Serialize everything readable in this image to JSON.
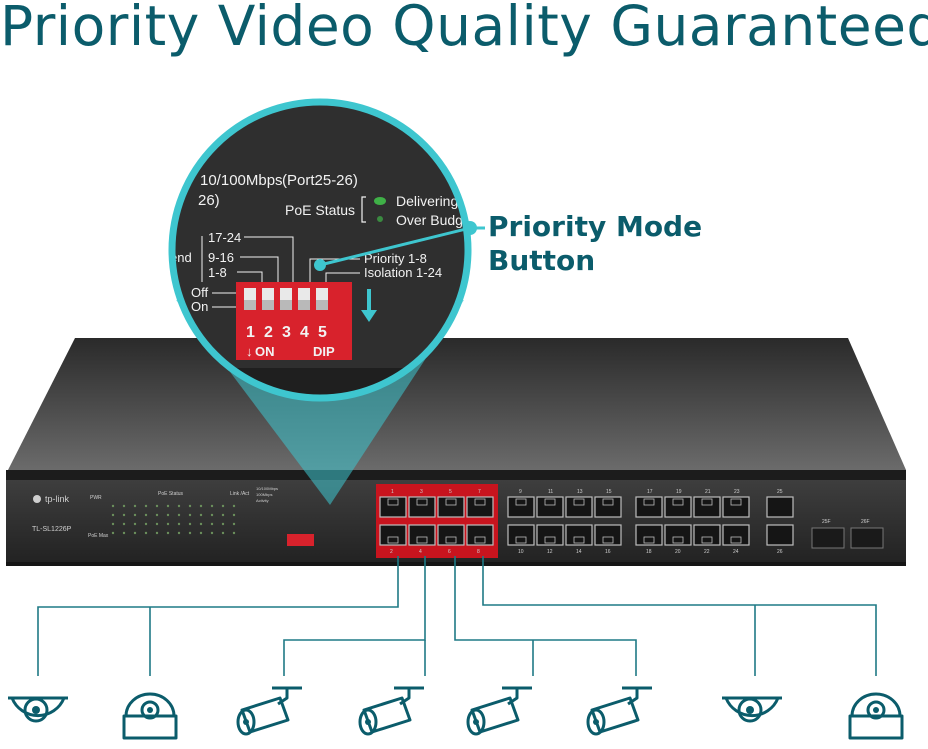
{
  "title": "Priority Video Quality Guaranteed",
  "callout": {
    "line1": "Priority Mode",
    "line2": "Button"
  },
  "switch": {
    "brand": "tp-link",
    "model": "TL-SL1226P",
    "left_labels": {
      "pwr": "PWR",
      "poe_max": "PoE Max",
      "poe_status": "PoE Status",
      "link_act": "Link /Act"
    },
    "speed_legend": [
      "10/100Mbps",
      "100Mbps",
      "Activity"
    ],
    "port_groups": [
      {
        "top": [
          "1",
          "3",
          "5",
          "7"
        ],
        "bottom": [
          "2",
          "4",
          "6",
          "8"
        ]
      },
      {
        "top": [
          "9",
          "11",
          "13",
          "15"
        ],
        "bottom": [
          "10",
          "12",
          "14",
          "16"
        ]
      },
      {
        "top": [
          "17",
          "19",
          "21",
          "23"
        ],
        "bottom": [
          "18",
          "20",
          "22",
          "24"
        ]
      }
    ],
    "gigabit_ports": {
      "top": "25",
      "bottom": "26"
    },
    "sfp_ports": [
      "25F",
      "26F"
    ],
    "priority_ports_color": "#c8141e"
  },
  "zoom": {
    "speed_label": "10/100Mbps",
    "port_range": "(Port25-26)",
    "port_suffix": "26)",
    "poe_status_label": "PoE Status",
    "poe_legend": [
      "Delivering Power",
      "Over Budget"
    ],
    "group_labels": [
      "17-24",
      "9-16",
      "1-8"
    ],
    "side_label": "end",
    "switch_labels": [
      "Off",
      "On"
    ],
    "dip_numbers": [
      "1",
      "2",
      "3",
      "4",
      "5"
    ],
    "dip_on": "ON",
    "dip_text": "DIP",
    "priority_label": "Priority 1-8",
    "isolation_label": "Isolation 1-24",
    "accent": "#3ec6cf",
    "dip_color": "#d8222c"
  },
  "cameras": [
    {
      "type": "dome-camera-icon"
    },
    {
      "type": "dome-ceiling-camera-icon"
    },
    {
      "type": "bullet-camera-icon"
    },
    {
      "type": "bullet-camera-icon"
    },
    {
      "type": "bullet-camera-icon"
    },
    {
      "type": "bullet-camera-icon"
    },
    {
      "type": "dome-camera-icon"
    },
    {
      "type": "dome-ceiling-camera-icon"
    }
  ]
}
